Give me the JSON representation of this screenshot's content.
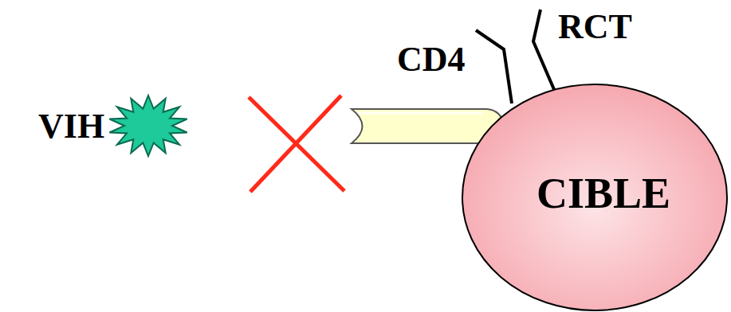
{
  "diagram": {
    "nodes": [
      {
        "text": [
          "CIBLE"
        ]
      }
    ],
    "labels": [
      "VIH",
      "CD4",
      "RCT"
    ]
  }
}
